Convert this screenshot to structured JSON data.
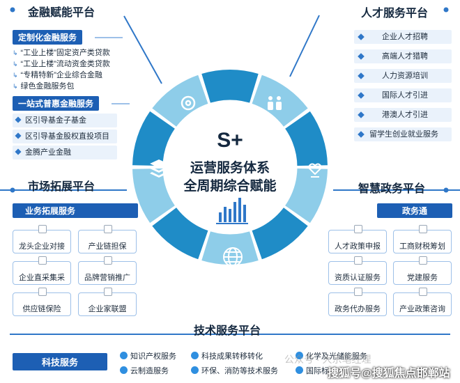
{
  "center": {
    "title": "S+",
    "line1": "运营服务体系",
    "line2": "全周期综合赋能"
  },
  "platforms": {
    "finance": "金融赋能平台",
    "talent": "人才服务平台",
    "market": "市场拓展平台",
    "gov": "智慧政务平台",
    "tech": "技术服务平台"
  },
  "finance": {
    "tag1": "定制化金融服务",
    "items1": [
      "“工业上楼”固定资产类贷款",
      "“工业上楼”流动资金类贷款",
      "“专精特新”企业综合金融",
      "绿色金融服务包"
    ],
    "tag2": "一站式普惠金融服务",
    "items2": [
      "区引导基金子基金",
      "区引导基金股权直投项目",
      "金腾产业金融"
    ]
  },
  "talent": {
    "items": [
      "企业人才招聘",
      "高端人才猎聘",
      "人力资源培训",
      "国际人才引进",
      "港澳人才引进",
      "留学生创业就业服务"
    ]
  },
  "market": {
    "tag": "业务拓展服务",
    "cards": [
      "龙头企业对接",
      "产业链担保",
      "企业直采集采",
      "品牌营销推广",
      "供应链保险",
      "企业家联盟"
    ]
  },
  "gov": {
    "tag": "政务通",
    "cards": [
      "人才政策申报",
      "工商财税筹划",
      "资质认证服务",
      "党建服务",
      "政务代办服务",
      "产业政策咨询"
    ]
  },
  "tech": {
    "tag": "科技服务",
    "items": [
      "知识产权服务",
      "科技成果转移转化",
      "化学及光储能服务",
      "云制造服务",
      "环保、消防等技术服务",
      "国际标"
    ]
  },
  "watermark": {
    "text1": "公众号 · 大宗笔经理",
    "text2": "搜狐号@搜狐焦点邯郸站"
  },
  "colors": {
    "wheel_dark": "#1f8cc7",
    "wheel_light": "#8ecde9",
    "accent": "#2f77c8",
    "tag_bg": "#1d5fb4"
  }
}
